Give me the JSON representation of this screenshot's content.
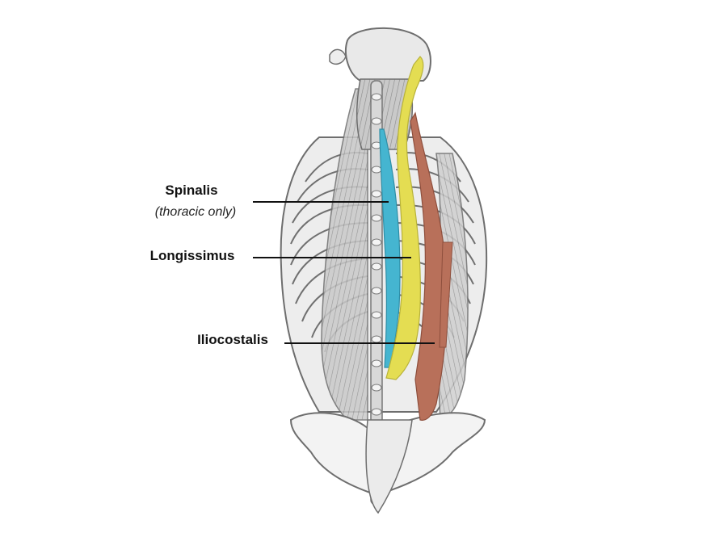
{
  "labels": {
    "spinalis": {
      "name": "Spinalis",
      "note": "(thoracic only)"
    },
    "longissimus": {
      "name": "Longissimus"
    },
    "iliocostalis": {
      "name": "Iliocostalis"
    }
  },
  "colors": {
    "spinalis": "#45b5d0",
    "longissimus": "#e4dd52",
    "iliocostalis": "#b8705a",
    "bone_fill": "#f2f2f2",
    "line_art": "#6e6e6e",
    "muscle_gray": "#b9b9b9"
  }
}
